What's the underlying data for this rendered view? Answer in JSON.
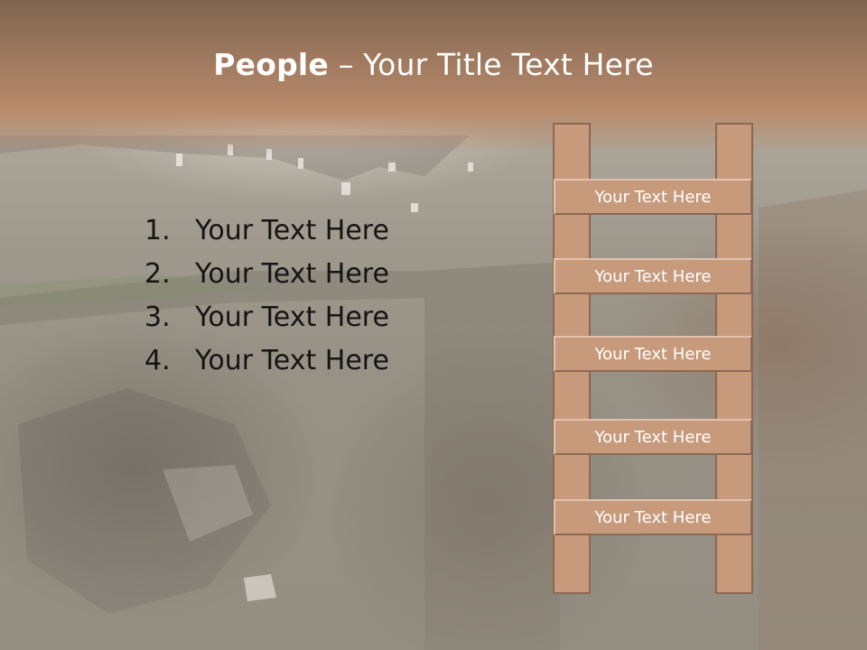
{
  "title": {
    "bold": "People",
    "separator": " – ",
    "rest": "Your Title Text Here"
  },
  "list": {
    "items": [
      {
        "num": "1.",
        "text": "Your Text Here"
      },
      {
        "num": "2.",
        "text": "Your Text Here"
      },
      {
        "num": "3.",
        "text": "Your Text Here"
      },
      {
        "num": "4.",
        "text": "Your Text Here"
      }
    ]
  },
  "ladder": {
    "rungs": [
      {
        "label": "Your Text Here"
      },
      {
        "label": "Your Text Here"
      },
      {
        "label": "Your Text Here"
      },
      {
        "label": "Your Text Here"
      },
      {
        "label": "Your Text Here"
      }
    ],
    "fill_color": "#c79a7c",
    "border_color": "#8d6852"
  },
  "theme": {
    "title_band_color": "#a07a60",
    "title_text_color": "#ffffff",
    "body_text_color": "#141414"
  }
}
